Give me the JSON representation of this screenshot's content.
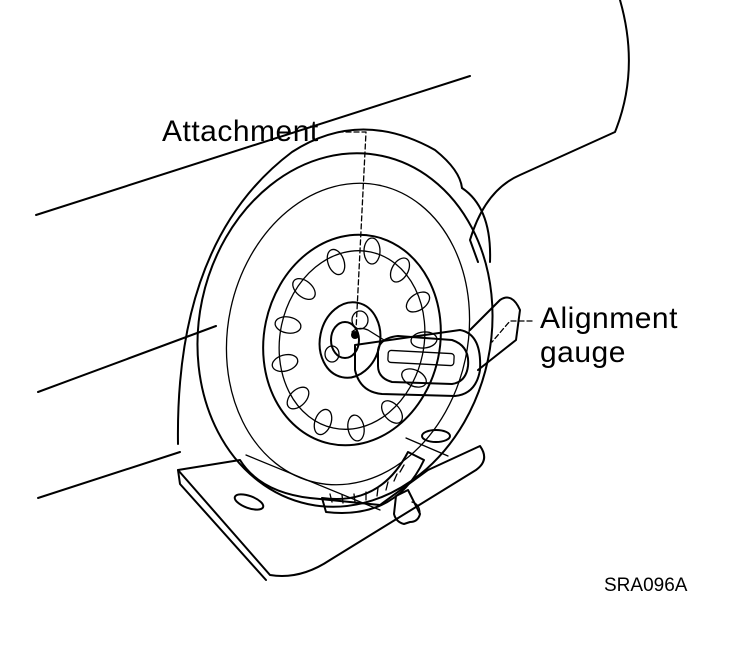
{
  "labels": {
    "attachment": "Attachment",
    "alignment_line1": "Alignment",
    "alignment_line2": "gauge",
    "figure_code": "SRA096A"
  }
}
